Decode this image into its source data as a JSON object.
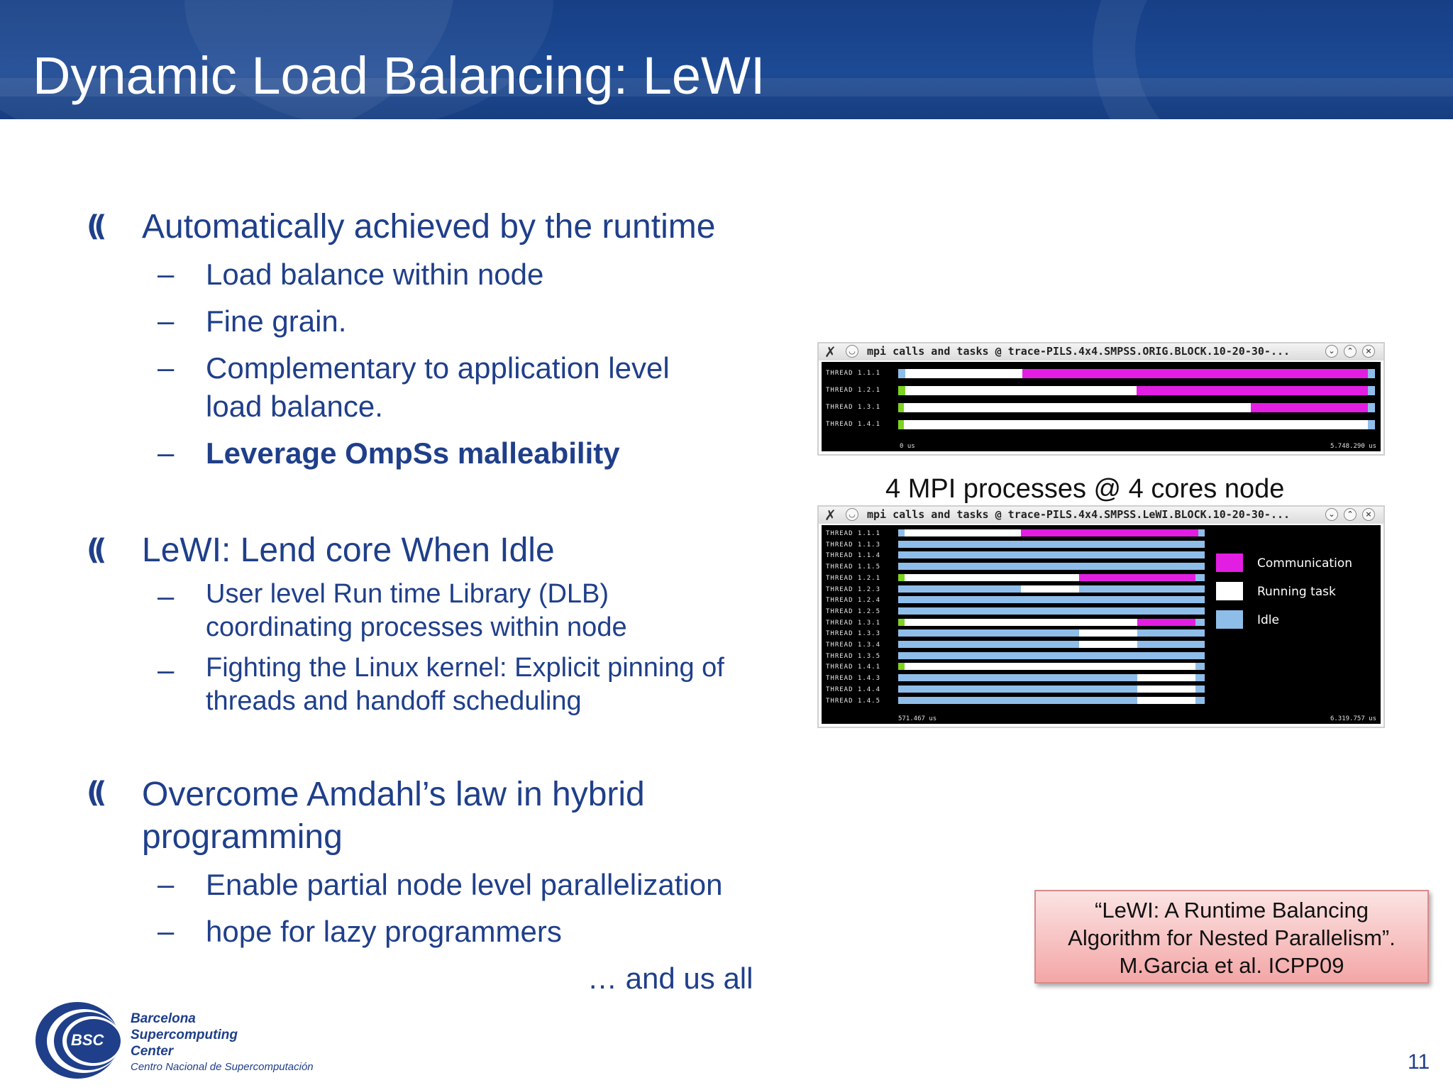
{
  "slide": {
    "title": "Dynamic Load Balancing: LeWI",
    "page_number": "11"
  },
  "bullets": [
    {
      "text": "Automatically achieved by the runtime",
      "sub": [
        {
          "lines": [
            "Load balance within node"
          ]
        },
        {
          "lines": [
            "Fine grain."
          ]
        },
        {
          "lines": [
            "Complementary to application level",
            "load balance."
          ]
        },
        {
          "lines": [
            "Leverage OmpSs malleability"
          ],
          "bold": true
        }
      ]
    },
    {
      "text": "LeWI: Lend core When Idle",
      "sub": [
        {
          "lines": [
            "User level Run time Library (DLB)",
            "coordinating processes within node"
          ]
        },
        {
          "lines": [
            "Fighting the Linux kernel: Explicit pinning of",
            "threads and handoff scheduling"
          ]
        }
      ]
    },
    {
      "lines": [
        "Overcome Amdahl’s law in hybrid",
        "programming"
      ],
      "sub": [
        {
          "lines": [
            "Enable partial node level parallelization"
          ]
        },
        {
          "lines": [
            "hope for lazy programmers"
          ]
        }
      ]
    }
  ],
  "closing_text": "… and us all",
  "figure": {
    "caption": "4 MPI processes @ 4 cores node",
    "colors": {
      "communication": "#e31ee3",
      "running": "#ffffff",
      "idle": "#8fbde9",
      "green": "#7ed321",
      "dark": "#000000"
    },
    "top_window": {
      "title": "mpi calls and tasks @ trace-PILS.4x4.SMPSS.ORIG.BLOCK.10-20-30-...",
      "axis_start": "0 us",
      "axis_end": "5.748.290 us",
      "threads": [
        {
          "label": "THREAD 1.1.1",
          "segments": [
            [
              "idle",
              0,
              0.015
            ],
            [
              "running",
              0.015,
              0.26
            ],
            [
              "communication",
              0.26,
              0.985
            ],
            [
              "idle",
              0.985,
              1.0
            ]
          ]
        },
        {
          "label": "THREAD 1.2.1",
          "segments": [
            [
              "green",
              0,
              0.015
            ],
            [
              "running",
              0.015,
              0.5
            ],
            [
              "communication",
              0.5,
              0.985
            ],
            [
              "idle",
              0.985,
              1.0
            ]
          ]
        },
        {
          "label": "THREAD 1.3.1",
          "segments": [
            [
              "green",
              0,
              0.012
            ],
            [
              "running",
              0.012,
              0.74
            ],
            [
              "communication",
              0.74,
              0.985
            ],
            [
              "idle",
              0.985,
              1.0
            ]
          ]
        },
        {
          "label": "THREAD 1.4.1",
          "segments": [
            [
              "green",
              0,
              0.012
            ],
            [
              "running",
              0.012,
              0.985
            ],
            [
              "idle",
              0.985,
              1.0
            ]
          ]
        }
      ]
    },
    "bottom_window": {
      "title": "mpi calls and tasks @ trace-PILS.4x4.SMPSS.LeWI.BLOCK.10-20-30-...",
      "axis_start": "571.467 us",
      "axis_end": "6.319.757 us",
      "legend": [
        {
          "key": "communication",
          "label": "Communication"
        },
        {
          "key": "running",
          "label": "Running task"
        },
        {
          "key": "idle",
          "label": "Idle"
        }
      ],
      "threads": [
        {
          "label": "THREAD 1.1.1",
          "segments": [
            [
              "idle",
              0,
              0.02
            ],
            [
              "running",
              0.02,
              0.4
            ],
            [
              "communication",
              0.4,
              0.98
            ],
            [
              "idle",
              0.98,
              1.0
            ]
          ]
        },
        {
          "label": "THREAD 1.1.3",
          "segments": [
            [
              "idle",
              0,
              1.0
            ]
          ]
        },
        {
          "label": "THREAD 1.1.4",
          "segments": [
            [
              "idle",
              0,
              1.0
            ]
          ]
        },
        {
          "label": "THREAD 1.1.5",
          "segments": [
            [
              "idle",
              0,
              1.0
            ]
          ]
        },
        {
          "label": "THREAD 1.2.1",
          "segments": [
            [
              "green",
              0,
              0.02
            ],
            [
              "running",
              0.02,
              0.59
            ],
            [
              "communication",
              0.59,
              0.97
            ],
            [
              "idle",
              0.97,
              1.0
            ]
          ]
        },
        {
          "label": "THREAD 1.2.3",
          "segments": [
            [
              "idle",
              0,
              0.4
            ],
            [
              "running",
              0.4,
              0.59
            ],
            [
              "idle",
              0.59,
              1.0
            ]
          ]
        },
        {
          "label": "THREAD 1.2.4",
          "segments": [
            [
              "idle",
              0,
              1.0
            ]
          ]
        },
        {
          "label": "THREAD 1.2.5",
          "segments": [
            [
              "idle",
              0,
              1.0
            ]
          ]
        },
        {
          "label": "THREAD 1.3.1",
          "segments": [
            [
              "green",
              0,
              0.02
            ],
            [
              "running",
              0.02,
              0.78
            ],
            [
              "communication",
              0.78,
              0.97
            ],
            [
              "idle",
              0.97,
              1.0
            ]
          ]
        },
        {
          "label": "THREAD 1.3.3",
          "segments": [
            [
              "idle",
              0,
              0.59
            ],
            [
              "running",
              0.59,
              0.78
            ],
            [
              "idle",
              0.78,
              1.0
            ]
          ]
        },
        {
          "label": "THREAD 1.3.4",
          "segments": [
            [
              "idle",
              0,
              0.59
            ],
            [
              "running",
              0.59,
              0.78
            ],
            [
              "idle",
              0.78,
              1.0
            ]
          ]
        },
        {
          "label": "THREAD 1.3.5",
          "segments": [
            [
              "idle",
              0,
              1.0
            ]
          ]
        },
        {
          "label": "THREAD 1.4.1",
          "segments": [
            [
              "green",
              0,
              0.02
            ],
            [
              "running",
              0.02,
              0.97
            ],
            [
              "idle",
              0.97,
              1.0
            ]
          ]
        },
        {
          "label": "THREAD 1.4.3",
          "segments": [
            [
              "idle",
              0,
              0.78
            ],
            [
              "running",
              0.78,
              0.97
            ],
            [
              "idle",
              0.97,
              1.0
            ]
          ]
        },
        {
          "label": "THREAD 1.4.4",
          "segments": [
            [
              "idle",
              0,
              0.78
            ],
            [
              "running",
              0.78,
              0.97
            ],
            [
              "idle",
              0.97,
              1.0
            ]
          ]
        },
        {
          "label": "THREAD 1.4.5",
          "segments": [
            [
              "idle",
              0,
              0.78
            ],
            [
              "running",
              0.78,
              0.97
            ],
            [
              "idle",
              0.97,
              1.0
            ]
          ]
        }
      ]
    }
  },
  "citation": {
    "lines": [
      "“LeWI: A Runtime Balancing",
      "Algorithm for Nested Parallelism”.",
      "M.Garcia et al. ICPP09"
    ]
  },
  "logo": {
    "mark": "BSC",
    "line1": "Barcelona",
    "line2": "Supercomputing",
    "line3": "Center",
    "line4": "Centro Nacional de Supercomputación"
  }
}
